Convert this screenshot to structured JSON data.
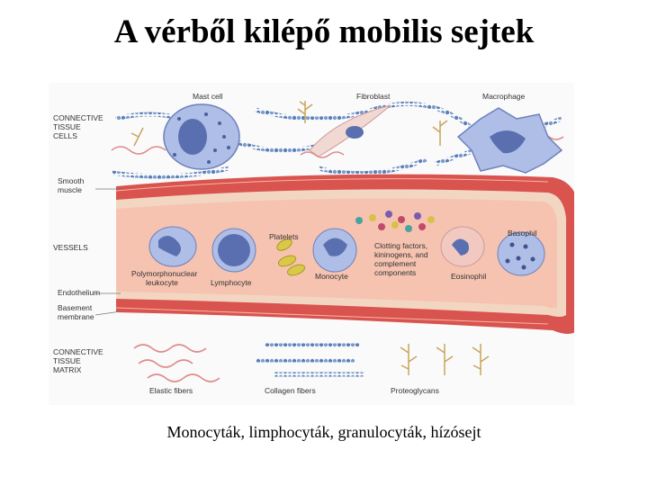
{
  "title": "A vérből kilépő mobilis sejtek",
  "caption": "Monocyták,  limphocyták,  granulocyták,  hízósejt",
  "diagram": {
    "left_labels": {
      "connective_tissue_cells": [
        "CONNECTIVE",
        "TISSUE",
        "CELLS"
      ],
      "smooth_muscle": [
        "Smooth",
        "muscle"
      ],
      "vessels": "VESSELS",
      "endothelium": "Endothelium",
      "basement_membrane": [
        "Basement",
        "membrane"
      ],
      "connective_tissue_matrix": [
        "CONNECTIVE",
        "TISSUE",
        "MATRIX"
      ]
    },
    "cell_labels": {
      "mast_cell": "Mast cell",
      "fibroblast": "Fibroblast",
      "macrophage": "Macrophage",
      "platelets": "Platelets",
      "clotting": [
        "Clotting factors,",
        "kininogens, and",
        "complement",
        "components"
      ],
      "basophil": "Basophil",
      "pmn": [
        "Polymorphonuclear",
        "leukocyte"
      ],
      "lymphocyte": "Lymphocyte",
      "monocyte": "Monocyte",
      "eosinophil": "Eosinophil",
      "elastic_fibers": "Elastic fibers",
      "collagen_fibers": "Collagen fibers",
      "proteoglycans": "Proteoglycans"
    },
    "colors": {
      "vessel_wall": "#d9534f",
      "vessel_lumen": "#f6c3b0",
      "endothelium": "#f3d6c2",
      "cell_fill": "#aebee6",
      "nucleus": "#5a6fb0",
      "collagen": "#5b7fb5",
      "elastic": "#e08a8a",
      "proteoglycan": "#c9a45a"
    }
  }
}
